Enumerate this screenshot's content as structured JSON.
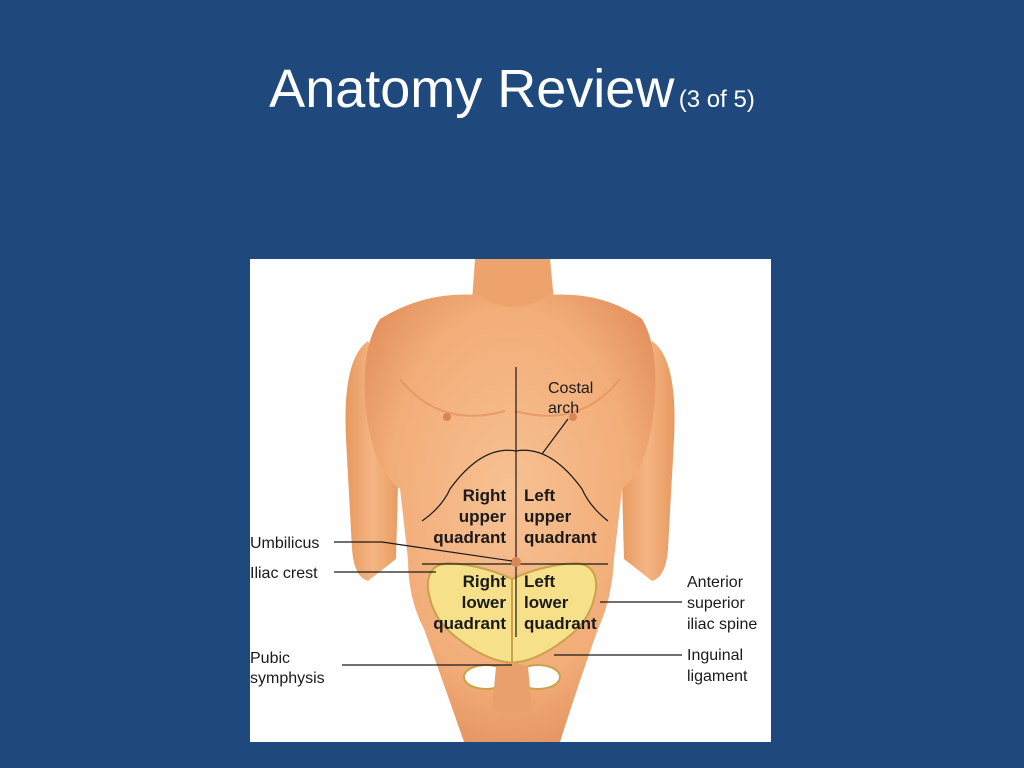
{
  "slide": {
    "title": "Anatomy Review",
    "subtitle": "(3 of 5)"
  },
  "figure": {
    "quadrants": {
      "ruq": [
        "Right",
        "upper",
        "quadrant"
      ],
      "luq": [
        "Left",
        "upper",
        "quadrant"
      ],
      "rlq": [
        "Right",
        "lower",
        "quadrant"
      ],
      "llq": [
        "Left",
        "lower",
        "quadrant"
      ]
    },
    "labels": {
      "costal_arch": [
        "Costal",
        "arch"
      ],
      "umbilicus": "Umbilicus",
      "iliac_crest": "Iliac crest",
      "pubic_symphysis": [
        "Pubic",
        "symphysis"
      ],
      "anterior_superior_iliac_spine": [
        "Anterior",
        "superior",
        "iliac spine"
      ],
      "inguinal_ligament": [
        "Inguinal",
        "ligament"
      ]
    },
    "colors": {
      "background": "#1f497d",
      "skin": "#f2b07c",
      "skin_shadow": "#e08d58",
      "pelvis": "#f6e08a",
      "pelvis_outline": "#c9a24a"
    }
  }
}
